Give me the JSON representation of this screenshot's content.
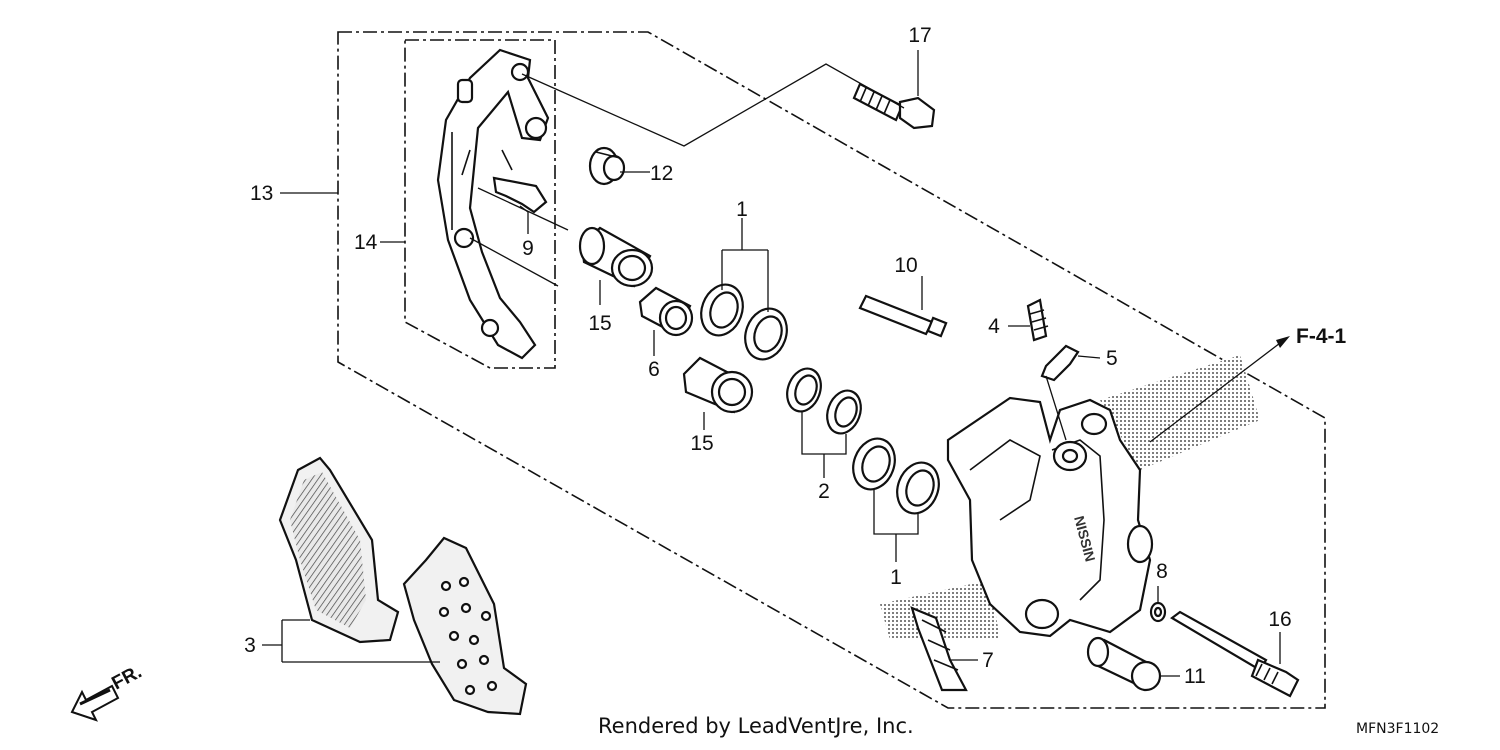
{
  "callouts": {
    "c1_top": "1",
    "c1_bottom": "1",
    "c2": "2",
    "c3": "3",
    "c4": "4",
    "c5": "5",
    "c6": "6",
    "c7": "7",
    "c8": "8",
    "c9": "9",
    "c10": "10",
    "c11": "11",
    "c12": "12",
    "c13": "13",
    "c14": "14",
    "c15_top": "15",
    "c15_bottom": "15",
    "c16": "16",
    "c17": "17"
  },
  "reference": "F-4-1",
  "direction": "FR.",
  "caliper_brand": "NISSIN",
  "footer": "Rendered by LeadVentJre, Inc.",
  "diagram_code": "MFN3F1102"
}
